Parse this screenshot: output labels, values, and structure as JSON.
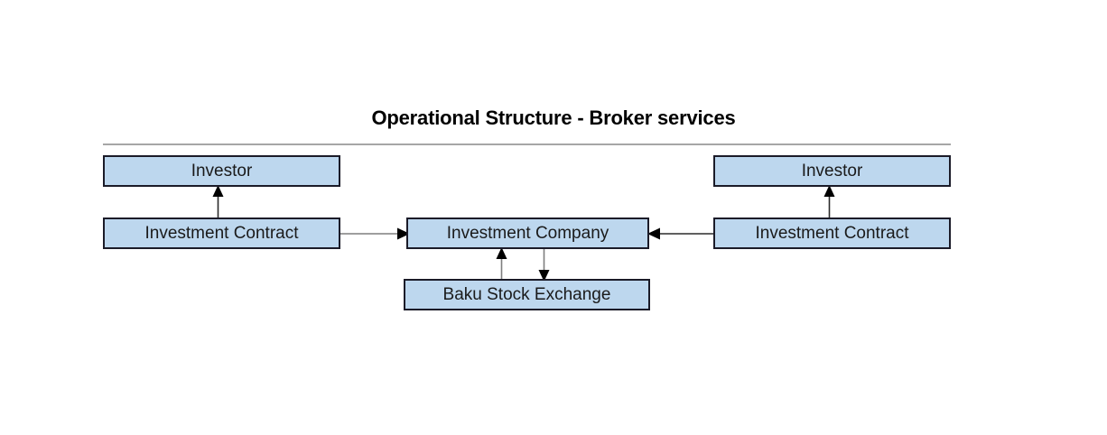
{
  "diagram": {
    "title": "Operational Structure - Broker services",
    "colors": {
      "node_fill": "#bdd7ee",
      "node_border": "#1b1b28",
      "connector": "#7f7f7f",
      "arrowhead": "#000000",
      "rule": "#a6a6a6",
      "background": "#ffffff",
      "text": "#1a1a1a"
    },
    "nodes": [
      {
        "id": "investor-left",
        "label": "Investor"
      },
      {
        "id": "contract-left",
        "label": "Investment Contract"
      },
      {
        "id": "company",
        "label": "Investment Company"
      },
      {
        "id": "exchange",
        "label": "Baku Stock Exchange"
      },
      {
        "id": "investor-right",
        "label": "Investor"
      },
      {
        "id": "contract-right",
        "label": "Investment Contract"
      }
    ],
    "connectors": [
      {
        "id": "contract-left-to-investor-left",
        "from": "contract-left",
        "to": "investor-left",
        "direction": "up"
      },
      {
        "id": "contract-left-to-company",
        "from": "contract-left",
        "to": "company",
        "direction": "right"
      },
      {
        "id": "contract-right-to-investor-right",
        "from": "contract-right",
        "to": "investor-right",
        "direction": "up"
      },
      {
        "id": "contract-right-to-company",
        "from": "contract-right",
        "to": "company",
        "direction": "left"
      },
      {
        "id": "exchange-to-company",
        "from": "exchange",
        "to": "company",
        "direction": "up"
      },
      {
        "id": "company-to-exchange",
        "from": "company",
        "to": "exchange",
        "direction": "down"
      }
    ]
  }
}
